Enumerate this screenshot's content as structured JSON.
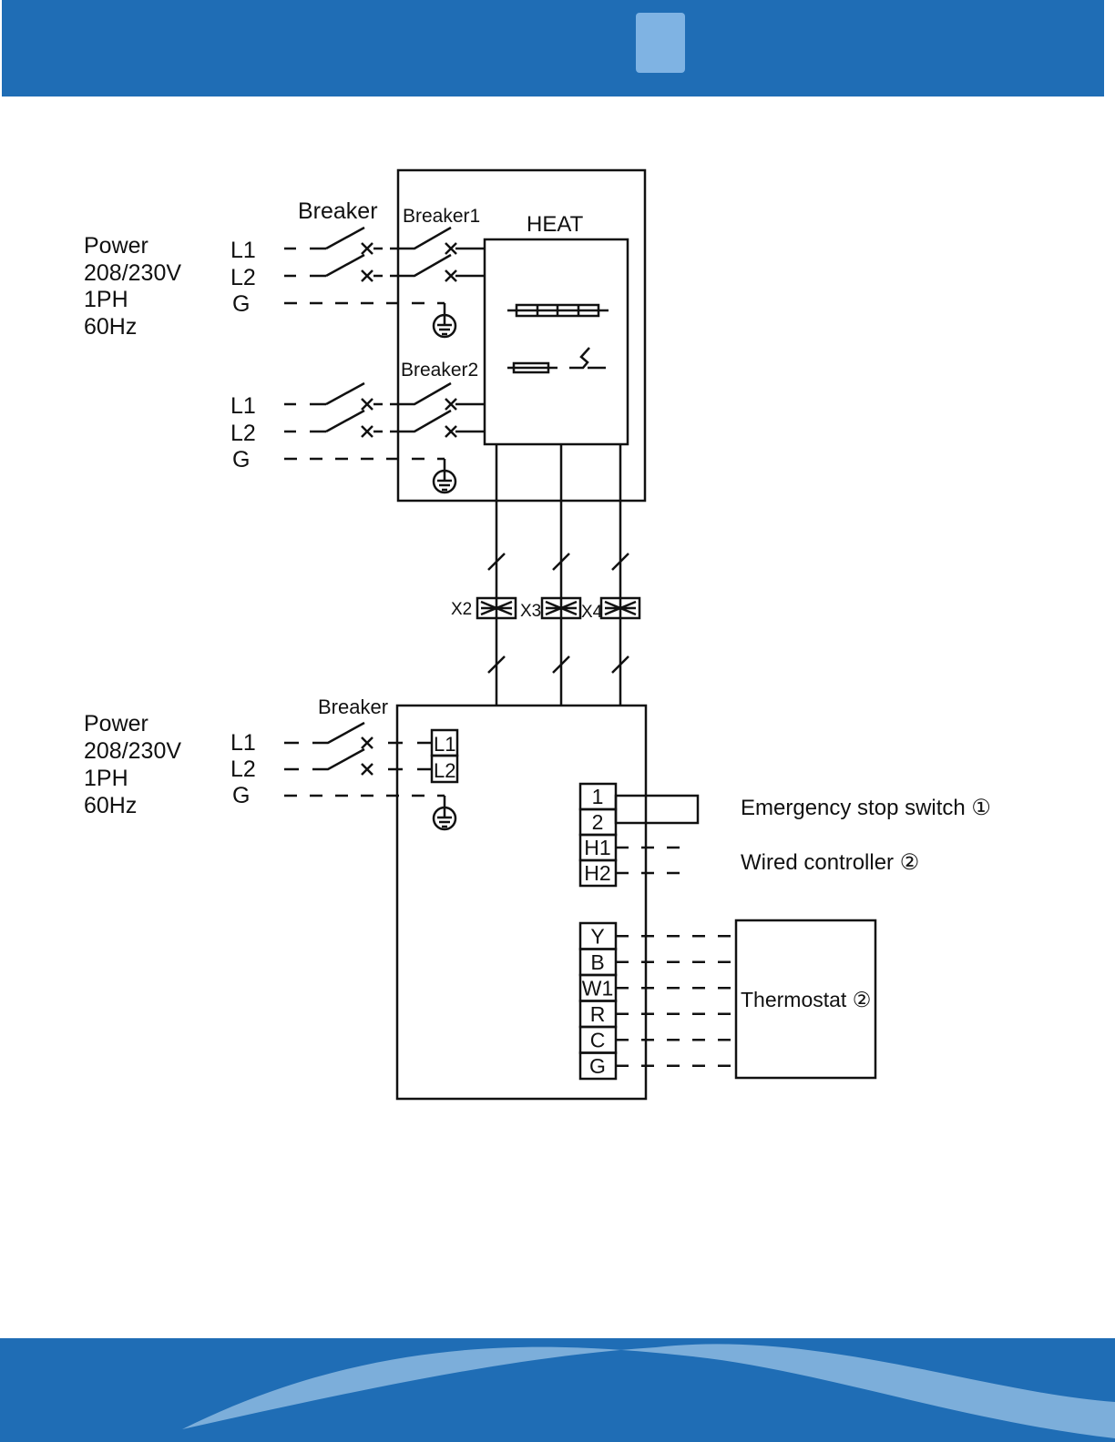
{
  "colors": {
    "brand_blue": "#1f6db5",
    "accent_light": "#7fb3e3",
    "line": "#111111"
  },
  "upper": {
    "power": [
      "Power",
      "208/230V",
      "1PH",
      "60Hz"
    ],
    "group1": [
      "L1",
      "L2",
      "G"
    ],
    "group2": [
      "L1",
      "L2",
      "G"
    ],
    "breaker": "Breaker",
    "breaker1": "Breaker1",
    "breaker2": "Breaker2",
    "heat": "HEAT"
  },
  "connectors": [
    "X2",
    "X3",
    "X4"
  ],
  "lower": {
    "power": [
      "Power",
      "208/230V",
      "1PH",
      "60Hz"
    ],
    "lines": [
      "L1",
      "L2",
      "G"
    ],
    "breaker": "Breaker",
    "input_terminals": [
      "L1",
      "L2"
    ],
    "terminals_a": [
      "1",
      "2",
      "H1",
      "H2"
    ],
    "terminals_b": [
      "Y",
      "B",
      "W1",
      "R",
      "C",
      "G"
    ],
    "emergency": "Emergency stop switch ①",
    "wired": "Wired controller ②",
    "thermostat": "Thermostat ②"
  }
}
